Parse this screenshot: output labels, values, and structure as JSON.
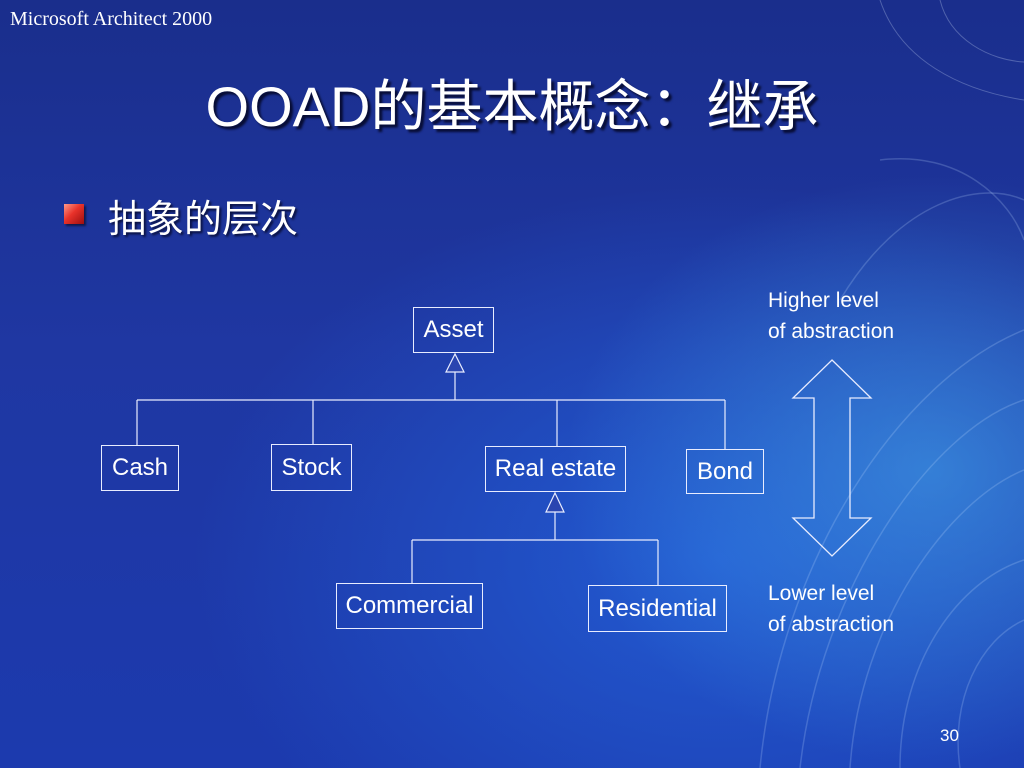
{
  "header": {
    "app_title": "Microsoft Architect 2000"
  },
  "slide": {
    "title": "OOAD的基本概念：继承",
    "bullet": "抽象的层次",
    "page_number": "30"
  },
  "diagram": {
    "root": "Asset",
    "level1": [
      "Cash",
      "Stock",
      "Real estate",
      "Bond"
    ],
    "level2": [
      "Commercial",
      "Residential"
    ],
    "higher_label": [
      "Higher level",
      "of abstraction"
    ],
    "lower_label": [
      "Lower level",
      "of abstraction"
    ]
  }
}
